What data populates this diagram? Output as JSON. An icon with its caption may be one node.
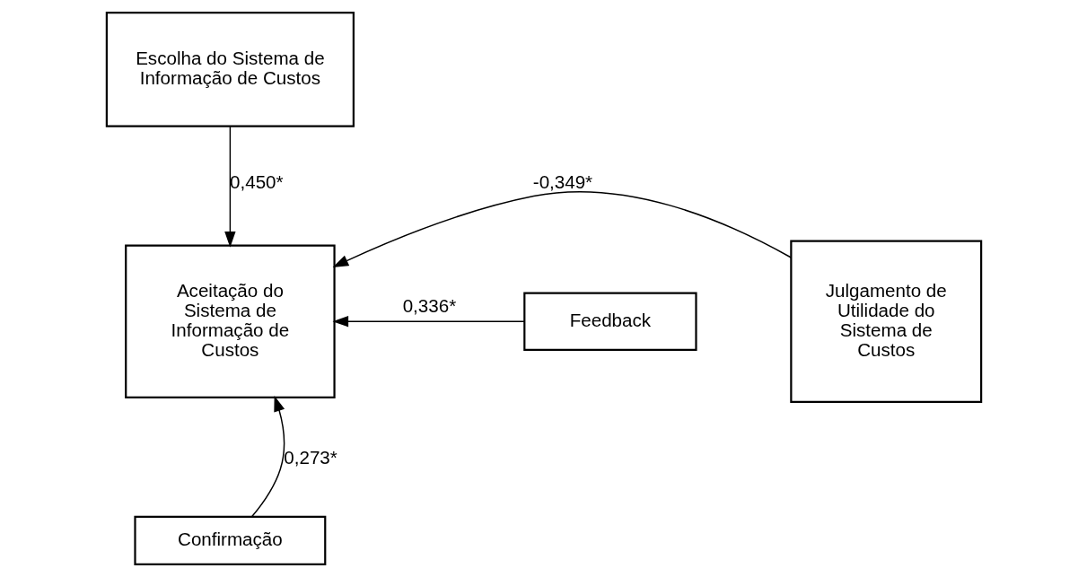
{
  "diagram": {
    "nodes": [
      {
        "text": [
          "Escolha do Sistema de Informação de Custos"
        ]
      },
      {
        "text": [
          "Feedback"
        ]
      },
      {
        "text": [
          "Aceitação do Sistema de Informação de Custos"
        ]
      },
      {
        "text": [
          "Julgamento de Utilidade do Sistema de Custos"
        ]
      },
      {
        "text": [
          "Confirmação"
        ]
      }
    ],
    "edges": [
      {
        "from": 0,
        "to": 2,
        "arrow": "to",
        "label": "0,450*"
      },
      {
        "from": 1,
        "to": 2,
        "arrow": "to",
        "label": "0,336*"
      },
      {
        "from": 3,
        "to": 2,
        "arrow": "to",
        "label": "-0,349*"
      },
      {
        "from": 4,
        "to": 2,
        "arrow": "to",
        "label": "0,273*"
      }
    ]
  }
}
